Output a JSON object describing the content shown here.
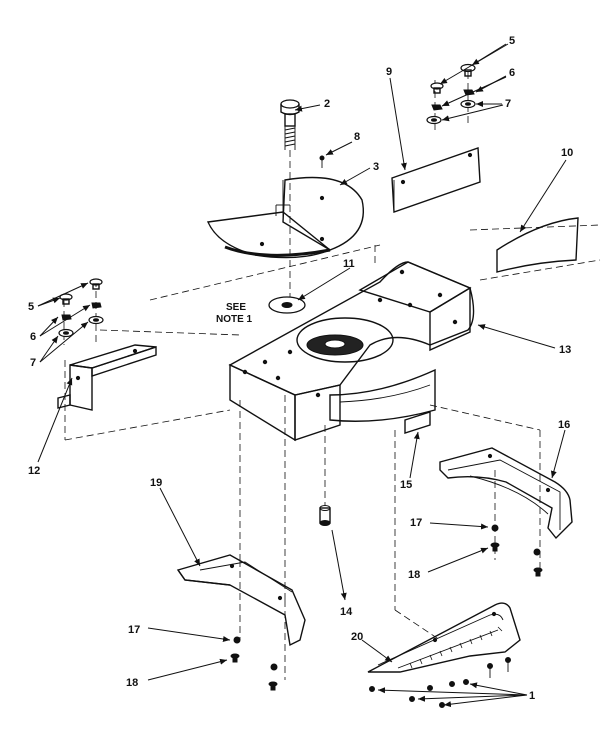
{
  "diagram": {
    "callouts": {
      "c1": "1",
      "c2": "2",
      "c3": "3",
      "c5a": "5",
      "c5b": "5",
      "c6a": "6",
      "c6b": "6",
      "c7a": "7",
      "c7b": "7",
      "c8": "8",
      "c9": "9",
      "c10": "10",
      "c11": "11",
      "c12": "12",
      "c13": "13",
      "c14": "14",
      "c15": "15",
      "c16": "16",
      "c17a": "17",
      "c17b": "17",
      "c18a": "18",
      "c18b": "18",
      "c19": "19",
      "c20": "20"
    },
    "note_line1": "SEE",
    "note_line2": "NOTE 1"
  }
}
